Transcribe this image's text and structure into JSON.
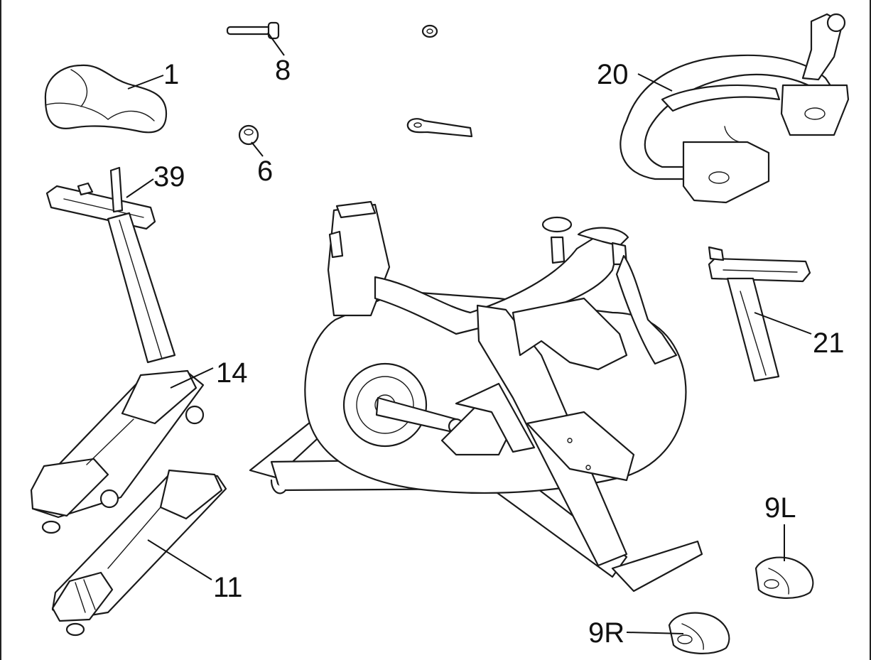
{
  "parts": [
    {
      "id": "p1",
      "label": "1"
    },
    {
      "id": "p8",
      "label": "8"
    },
    {
      "id": "p6",
      "label": "6"
    },
    {
      "id": "p20",
      "label": "20"
    },
    {
      "id": "p39",
      "label": "39"
    },
    {
      "id": "p21",
      "label": "21"
    },
    {
      "id": "p14",
      "label": "14"
    },
    {
      "id": "p11",
      "label": "11"
    },
    {
      "id": "p9L",
      "label": "9L"
    },
    {
      "id": "p9R",
      "label": "9R"
    }
  ]
}
